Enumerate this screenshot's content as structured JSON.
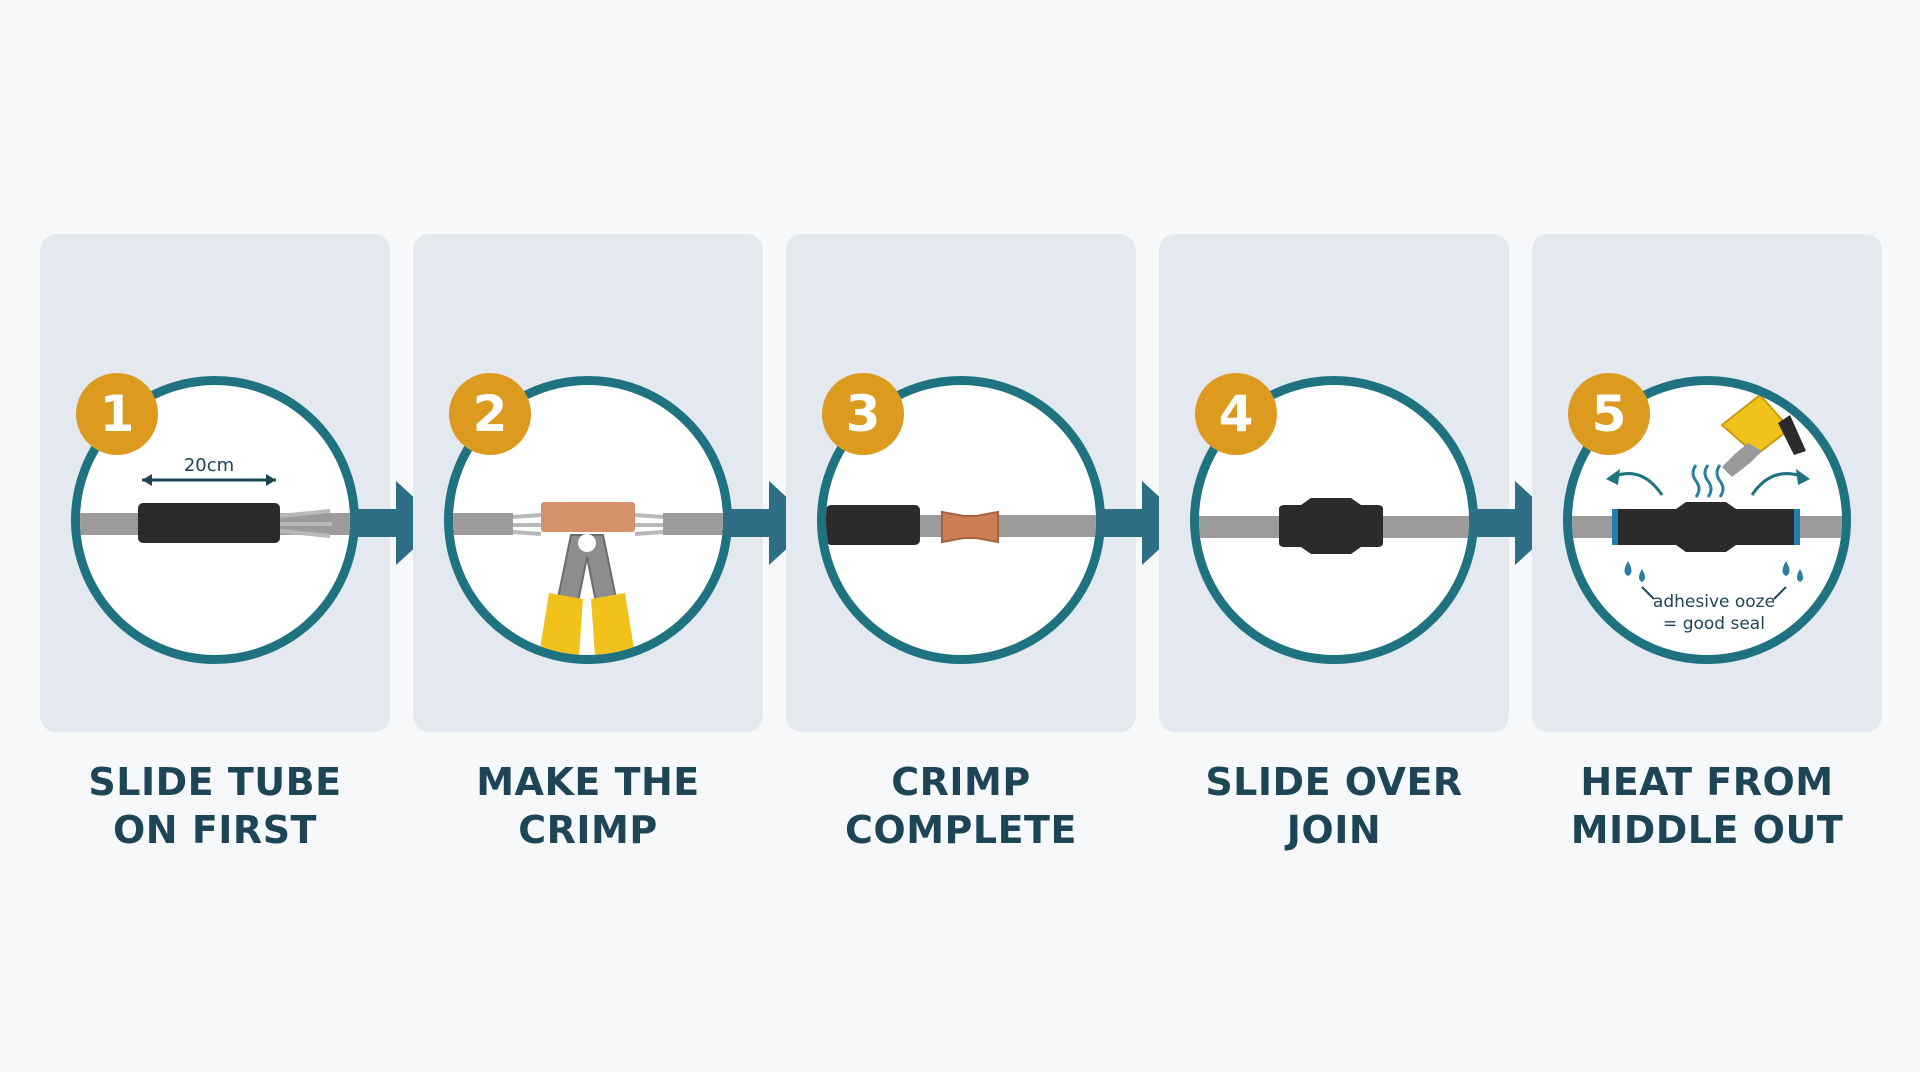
{
  "steps": [
    {
      "number": "1",
      "caption_line1": "SLIDE TUBE",
      "caption_line2": "ON FIRST",
      "measure_label": "20cm"
    },
    {
      "number": "2",
      "caption_line1": "MAKE THE",
      "caption_line2": "CRIMP"
    },
    {
      "number": "3",
      "caption_line1": "CRIMP",
      "caption_line2": "COMPLETE"
    },
    {
      "number": "4",
      "caption_line1": "SLIDE OVER",
      "caption_line2": "JOIN"
    },
    {
      "number": "5",
      "caption_line1": "HEAT FROM",
      "caption_line2": "MIDDLE OUT",
      "note_line1": "adhesive ooze",
      "note_line2": "= good seal"
    }
  ],
  "colors": {
    "card": "#e3e9ef",
    "ring": "#1f7380",
    "badge": "#dc9a1f",
    "arrow": "#2e6f86",
    "text": "#1d4556",
    "wire": "#9b9b9b",
    "tube": "#2b2b2b",
    "copper": "#d4916a",
    "drop": "#2a7fa0"
  }
}
